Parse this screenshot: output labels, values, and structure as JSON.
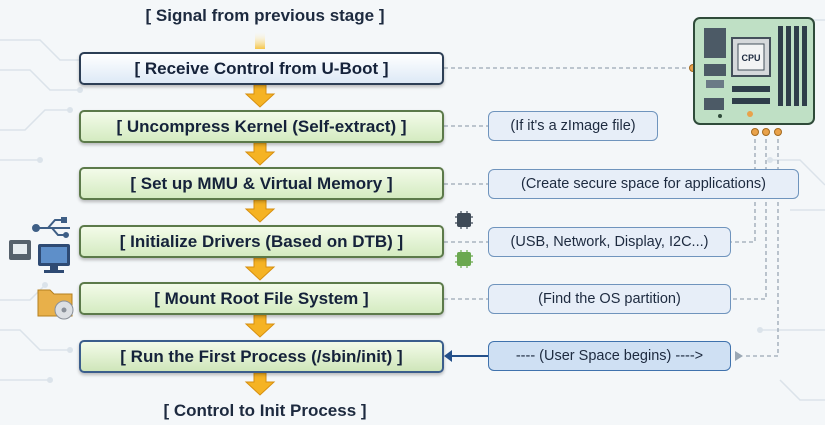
{
  "header": {
    "signal": "[ Signal from previous stage ]"
  },
  "footer": {
    "end": "[ Control to Init Process ]"
  },
  "steps": [
    {
      "label": "[ Receive Control from U-Boot ]"
    },
    {
      "label": "[ Uncompress Kernel (Self-extract) ]"
    },
    {
      "label": "[ Set up MMU & Virtual Memory ]"
    },
    {
      "label": "[ Initialize Drivers (Based on DTB) ]"
    },
    {
      "label": "[ Mount Root File System ]"
    },
    {
      "label": "[ Run the First Process (/sbin/init) ]"
    }
  ],
  "notes": [
    {
      "label": "(If it's a zImage file)"
    },
    {
      "label": "(Create secure space for applications)"
    },
    {
      "label": "(USB, Network, Display, I2C...)"
    },
    {
      "label": "(Find the OS partition)"
    },
    {
      "label": "---- (User Space begins) ---->"
    }
  ],
  "board": {
    "chip_label": "CPU"
  },
  "colors": {
    "arrow": "#f5b324",
    "step_border": "#2c3e55",
    "note_border": "#6f94bd",
    "green_fill": "#d4ebc1",
    "blue_fill": "#dde9f6"
  }
}
